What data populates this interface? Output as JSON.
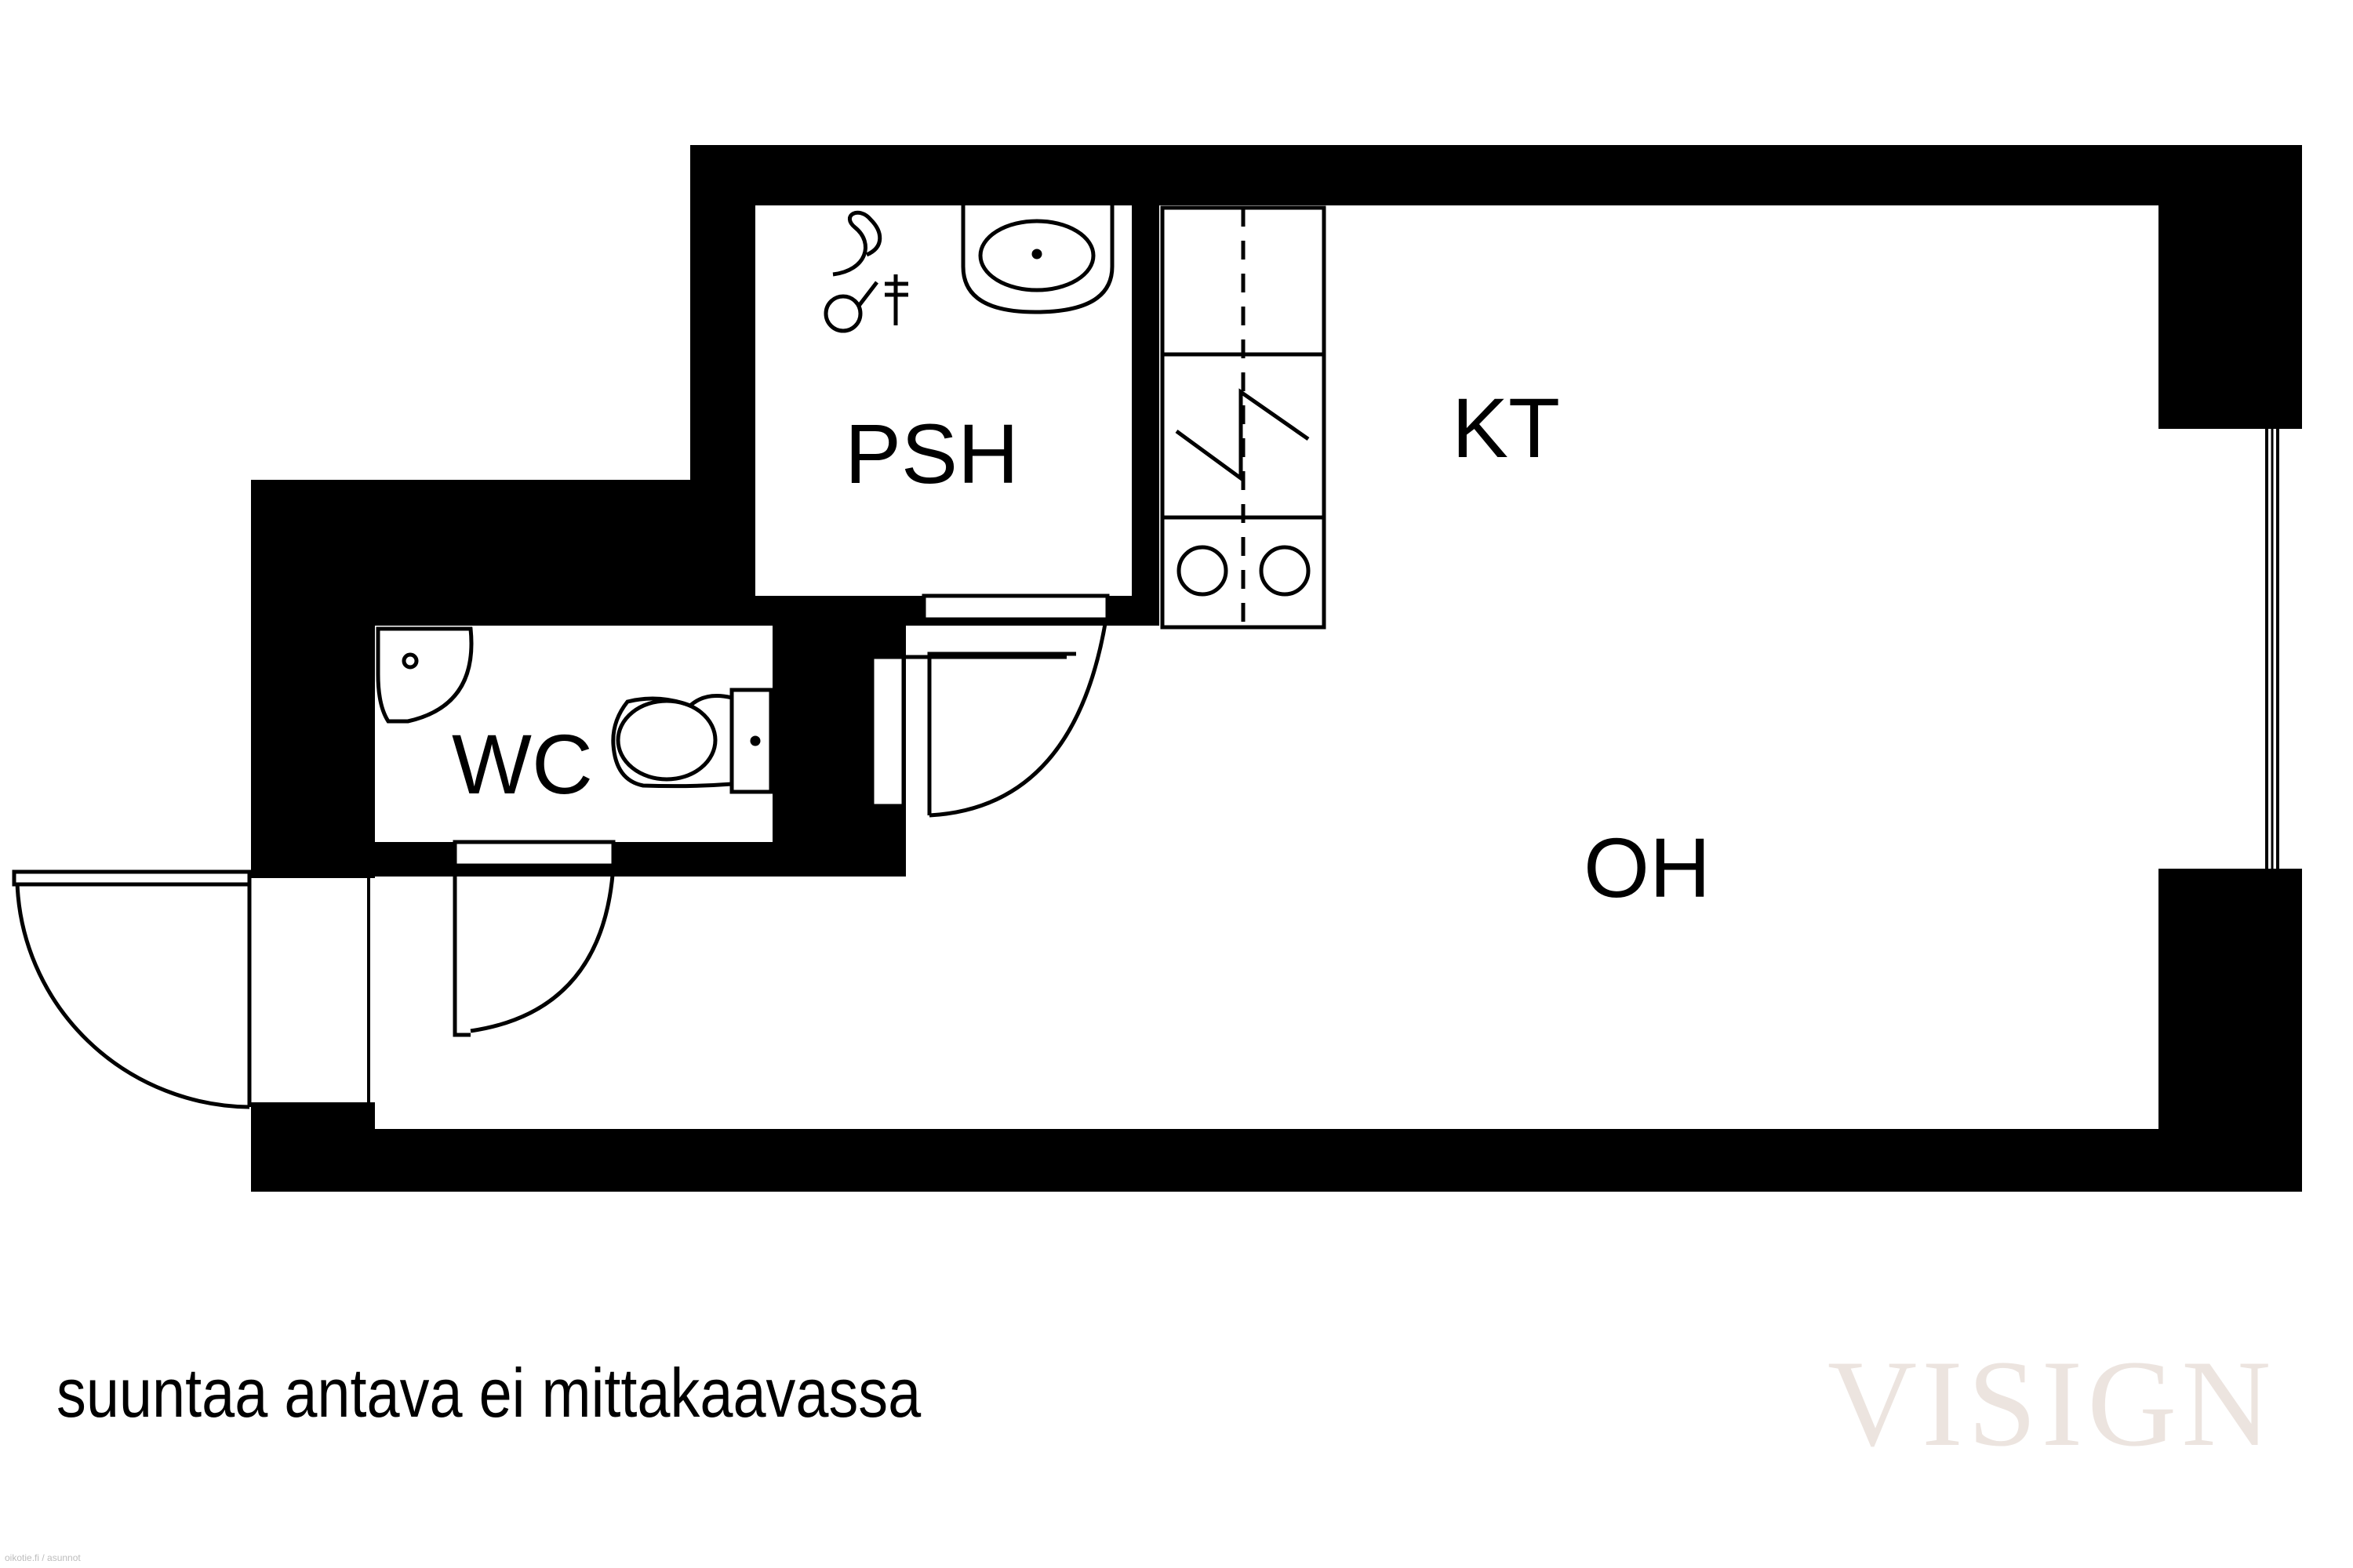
{
  "rooms": {
    "psh": "PSH",
    "kt": "KT",
    "wc": "WC",
    "oh": "OH"
  },
  "caption": "suuntaa antava ei mittakaavassa",
  "watermark": "VISIGN",
  "credit": "oikotie.fi / asunnot",
  "colors": {
    "wall": "#000000",
    "background": "#ffffff",
    "watermark": "#ece4df"
  },
  "icons": [
    "shower-icon",
    "sink-icon",
    "toilet-icon",
    "stove-icon",
    "dishwasher-icon",
    "door-swing-icon",
    "window-icon"
  ]
}
